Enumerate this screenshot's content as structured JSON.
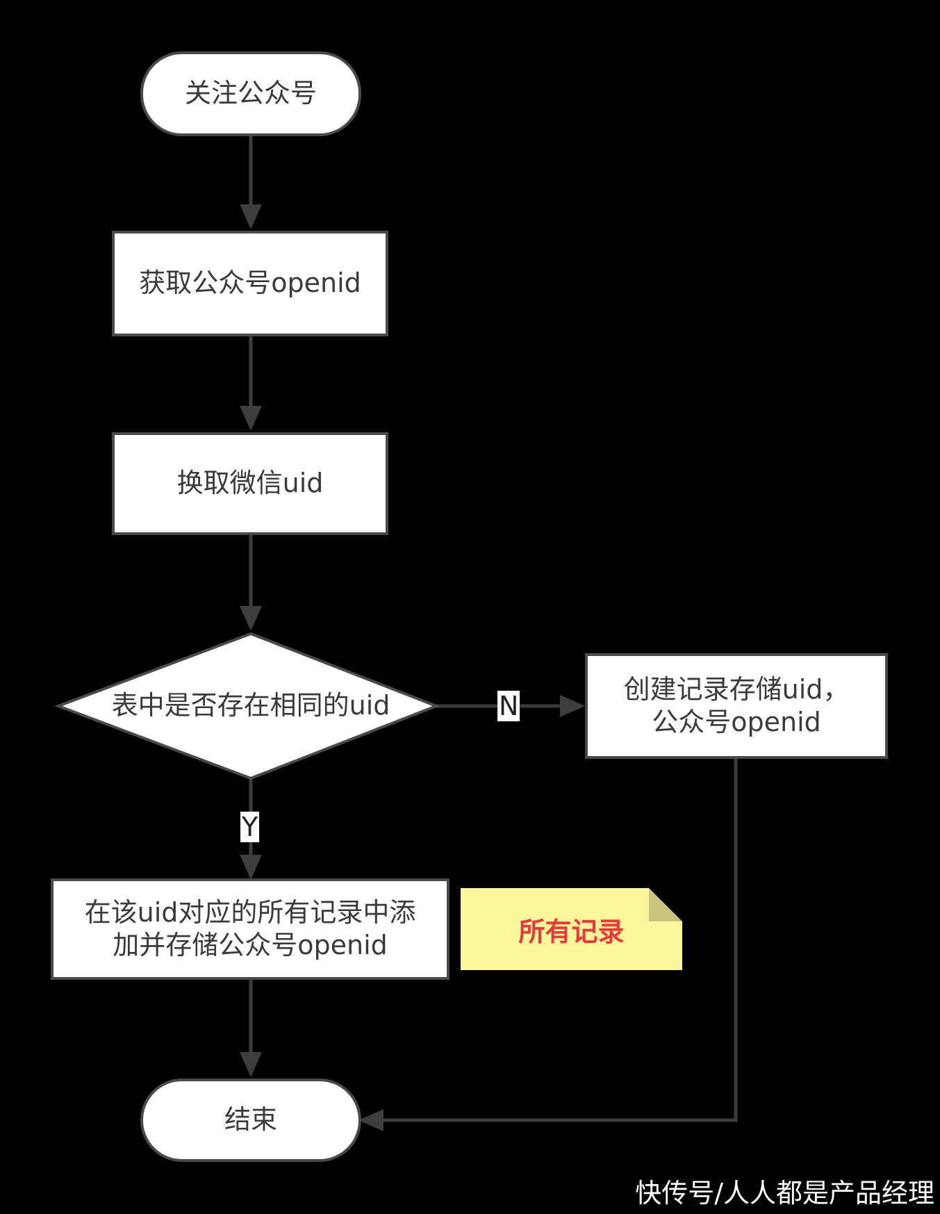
{
  "nodes": {
    "start": "关注公众号",
    "get_openid": "获取公众号openid",
    "get_uid": "换取微信uid",
    "decision": "表中是否存在相同的uid",
    "create_record": "创建记录存储uid，公众号openid",
    "add_to_records": "在该uid对应的所有记录中添加并存储公众号openid",
    "end": "结束"
  },
  "edges": {
    "no_label": "N",
    "yes_label": "Y"
  },
  "note": {
    "text": "所有记录",
    "text_color": "#e8393c",
    "fill_color": "#fbf59c",
    "fold_color": "#c9c47c"
  },
  "watermark": "快传号/人人都是产品经理"
}
